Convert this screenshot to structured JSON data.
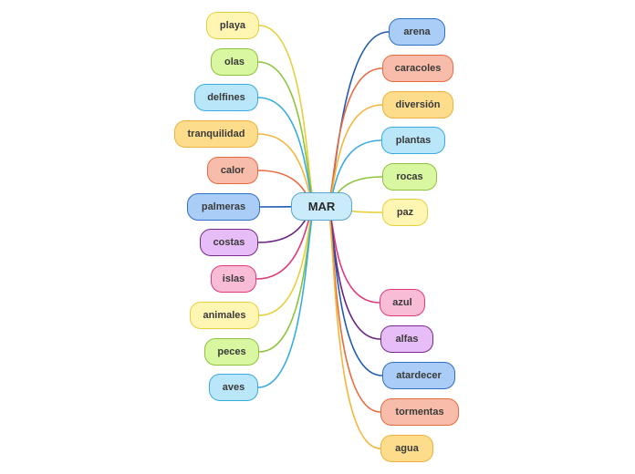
{
  "central": {
    "label": "MAR",
    "fill": "#c9ebfa",
    "border": "#5aa6cf"
  },
  "palette": {
    "yellow": {
      "fill": "#fff6b3",
      "border": "#e6cf3c",
      "line": "#e6cf3c"
    },
    "green": {
      "fill": "#d8f7a0",
      "border": "#8dc43c",
      "line": "#8dc43c"
    },
    "cyan": {
      "fill": "#b9e6f8",
      "border": "#38ace0",
      "line": "#38ace0"
    },
    "orange": {
      "fill": "#fddc8c",
      "border": "#eeb13c",
      "line": "#f3b63a"
    },
    "salmon": {
      "fill": "#f8bcaa",
      "border": "#ea6a3e",
      "line": "#ea6a3e"
    },
    "blue": {
      "fill": "#a9cdf6",
      "border": "#2f6fc5",
      "line": "#1f5bb0"
    },
    "purple": {
      "fill": "#e6bdf6",
      "border": "#7a2a8c",
      "line": "#6b2280"
    },
    "pink": {
      "fill": "#f8bcd6",
      "border": "#e0397a",
      "line": "#e0397a"
    }
  },
  "left_topics": [
    {
      "label": "playa",
      "color": "yellow"
    },
    {
      "label": "olas",
      "color": "green"
    },
    {
      "label": "delfines",
      "color": "cyan"
    },
    {
      "label": "tranquilidad",
      "color": "orange"
    },
    {
      "label": "calor",
      "color": "salmon"
    },
    {
      "label": "palmeras",
      "color": "blue"
    },
    {
      "label": "costas",
      "color": "purple"
    },
    {
      "label": "islas",
      "color": "pink"
    },
    {
      "label": "animales",
      "color": "yellow"
    },
    {
      "label": "peces",
      "color": "green"
    },
    {
      "label": "aves",
      "color": "cyan"
    }
  ],
  "right_topics": [
    {
      "label": "arena",
      "color": "blue"
    },
    {
      "label": "caracoles",
      "color": "salmon"
    },
    {
      "label": "diversión",
      "color": "orange"
    },
    {
      "label": "plantas",
      "color": "cyan"
    },
    {
      "label": "rocas",
      "color": "green"
    },
    {
      "label": "paz",
      "color": "yellow"
    },
    {
      "label": "azul",
      "color": "pink"
    },
    {
      "label": "alfas",
      "color": "purple"
    },
    {
      "label": "atardecer",
      "color": "blue"
    },
    {
      "label": "tormentas",
      "color": "salmon"
    },
    {
      "label": "agua",
      "color": "orange"
    }
  ]
}
